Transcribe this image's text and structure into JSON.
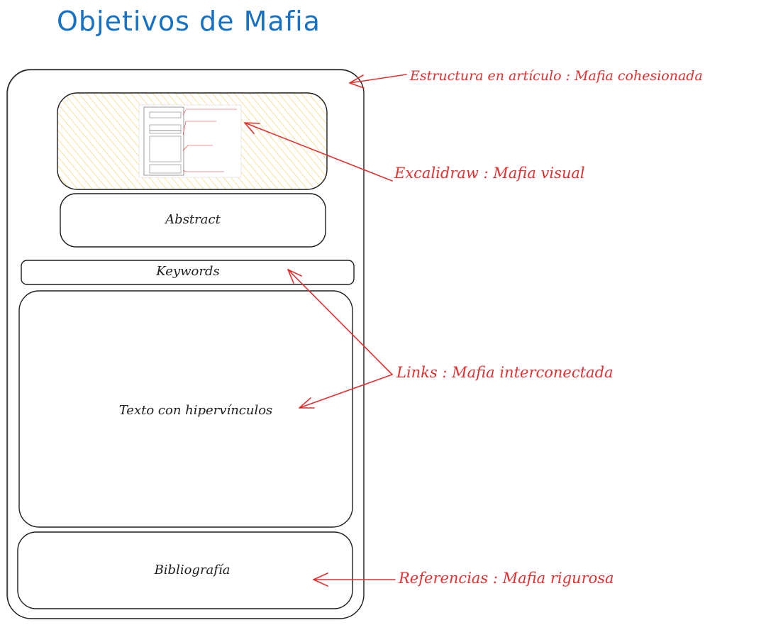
{
  "title": "Objetivos de Mafia",
  "colors": {
    "title": "#1971c2",
    "stroke": "#1e1e1e",
    "annotation": "#e03131",
    "hachure_fill": "#ffec99"
  },
  "boxes": {
    "image": {
      "label": ""
    },
    "abstract": {
      "label": "Abstract"
    },
    "keywords": {
      "label": "Keywords"
    },
    "text": {
      "label": "Texto con hipervínculos"
    },
    "bibliography": {
      "label": "Bibliografía"
    }
  },
  "annotations": {
    "structure": "Estructura en artículo : Mafia cohesionada",
    "excalidraw": "Excalidraw : Mafia visual",
    "links": "Links : Mafia interconectada",
    "references": "Referencias : Mafia rigurosa"
  },
  "embedded_image_icon": "excalidraw-thumbnail"
}
